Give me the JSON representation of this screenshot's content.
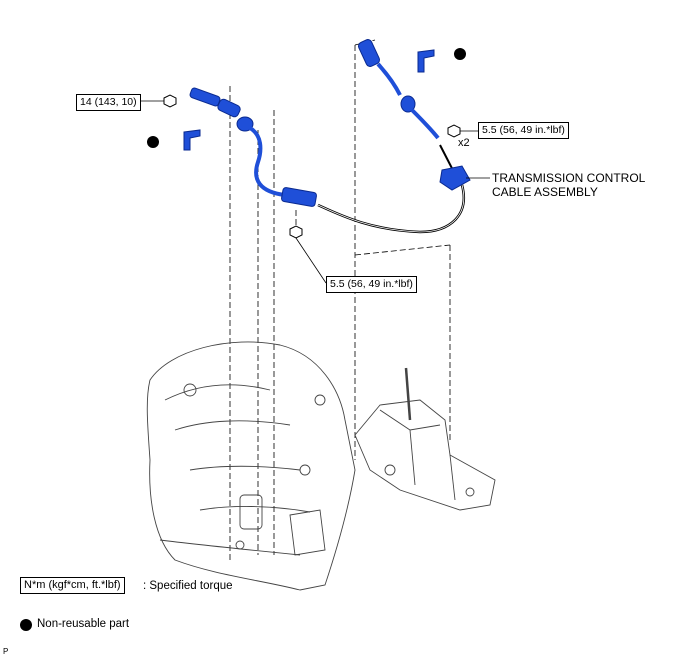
{
  "callouts": {
    "torque_upper_left": "14 (143, 10)",
    "torque_upper_right": "5.5 (56, 49 in.*lbf)",
    "torque_mid": "5.5 (56, 49 in.*lbf)",
    "quantity": "x2"
  },
  "part_label": {
    "line1": "TRANSMISSION CONTROL",
    "line2": "CABLE ASSEMBLY"
  },
  "legend": {
    "torque_symbol": "N*m (kgf*cm, ft.*lbf)",
    "torque_text": ": Specified torque",
    "nonreusable_text": "Non-reusable part"
  },
  "footer": {
    "code": "P"
  },
  "colors": {
    "cable_blue": "#1f4fd8",
    "line": "#000000"
  }
}
